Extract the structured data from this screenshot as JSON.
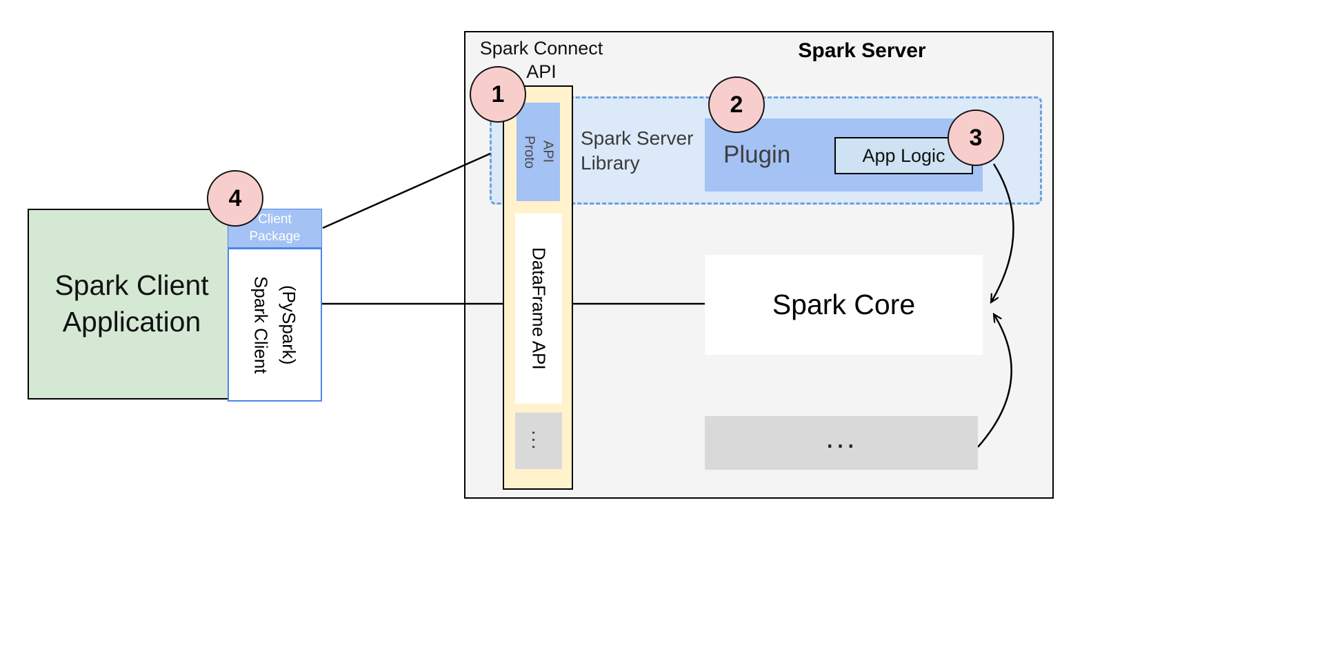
{
  "colors": {
    "green": "#d5e8d4",
    "blue": "#a4c2f4",
    "light_blue": "#dce9f8",
    "dashed_border": "#6c9fdb",
    "app_logic": "#cfe2f3",
    "cream": "#fff2cc",
    "gray": "#d9d9d9",
    "server_bg": "#f4f4f4",
    "circle_pink": "#f8cecc",
    "client_border": "#4a86e8"
  },
  "client": {
    "application_label": "Spark Client\nApplication",
    "package_label": "Client\nPackage",
    "library_label": "Spark Client\n(PySpark)"
  },
  "server": {
    "title": "Spark Server",
    "connect_api_label": "Spark Connect\nAPI",
    "proto_api_label": "Proto\nAPI",
    "dataframe_api_label": "DataFrame API",
    "column_ellipsis": "...",
    "library_label": "Spark Server\nLibrary",
    "plugin_label": "Plugin",
    "app_logic_label": "App Logic",
    "core_label": "Spark Core",
    "ellipsis": "..."
  },
  "badges": {
    "one": "1",
    "two": "2",
    "three": "3",
    "four": "4"
  }
}
